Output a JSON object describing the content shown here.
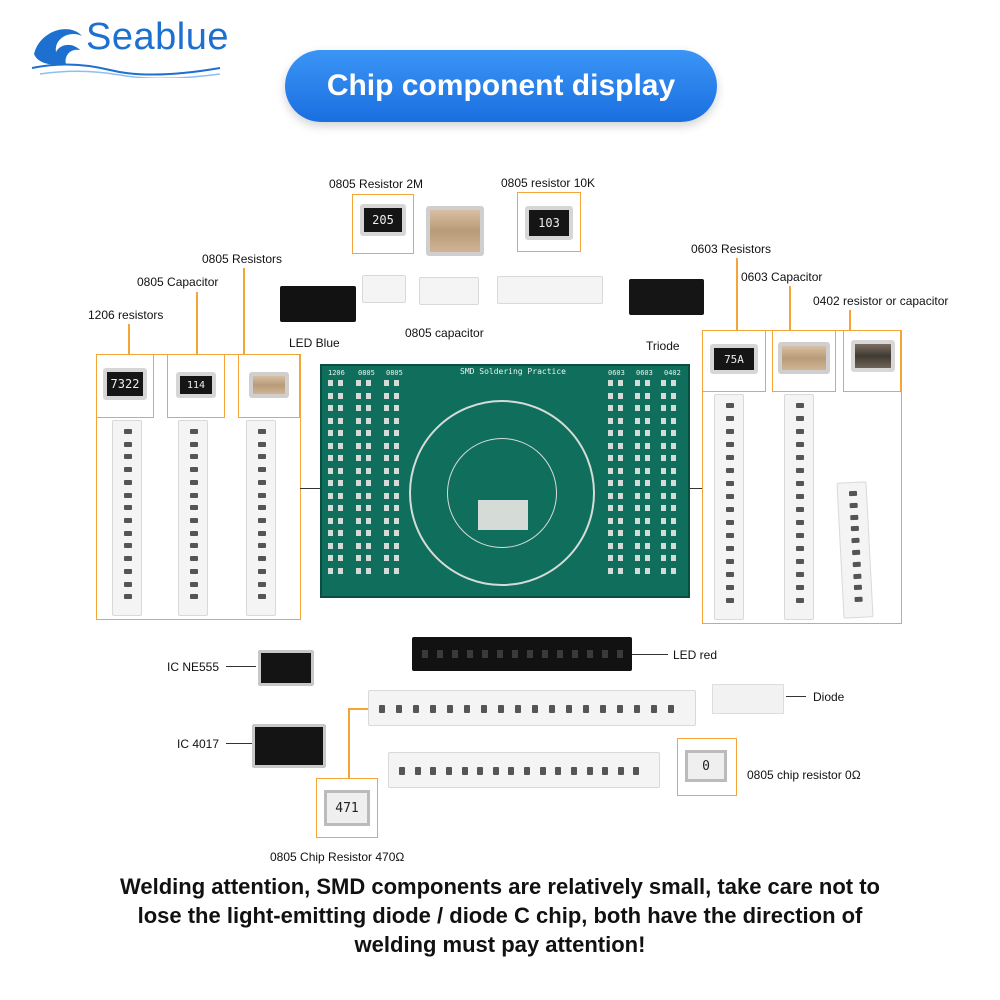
{
  "brand": {
    "name": "Seablue",
    "accent": "#1d6fd0"
  },
  "title": "Chip component display",
  "pcb": {
    "title": "SMD Soldering Practice",
    "col_labels": [
      "1206",
      "0805",
      "0805",
      "0603",
      "0603",
      "0402"
    ]
  },
  "labels": {
    "r0805_2m": "0805 Resistor 2M",
    "r0805_10k": "0805 resistor 10K",
    "r0805": "0805 Resistors",
    "c0805": "0805 Capacitor",
    "r1206": "1206 resistors",
    "led_blue": "LED Blue",
    "c0805_bottom": "0805 capacitor",
    "r0603": "0603 Resistors",
    "c0603": "0603 Capacitor",
    "rc0402": "0402 resistor or capacitor",
    "triode": "Triode",
    "ic_ne555": "IC NE555",
    "ic_4017": "IC 4017",
    "led_red": "LED red",
    "diode": "Diode",
    "r0805_0": "0805 chip resistor 0Ω",
    "r0805_470": "0805 Chip Resistor 470Ω"
  },
  "chip_codes": {
    "c205": "205",
    "c103": "103",
    "c7322": "7322",
    "c114": "114",
    "c75a": "75A",
    "c0": "0",
    "c471": "471"
  },
  "footer": "Welding attention, SMD components are relatively small, take care not to lose the light-emitting diode / diode C chip, both have the direction of welding must pay attention!",
  "colors": {
    "orange": "#f5a43a",
    "pill": "#1a6fe0",
    "pcb": "#0f6e5c"
  }
}
